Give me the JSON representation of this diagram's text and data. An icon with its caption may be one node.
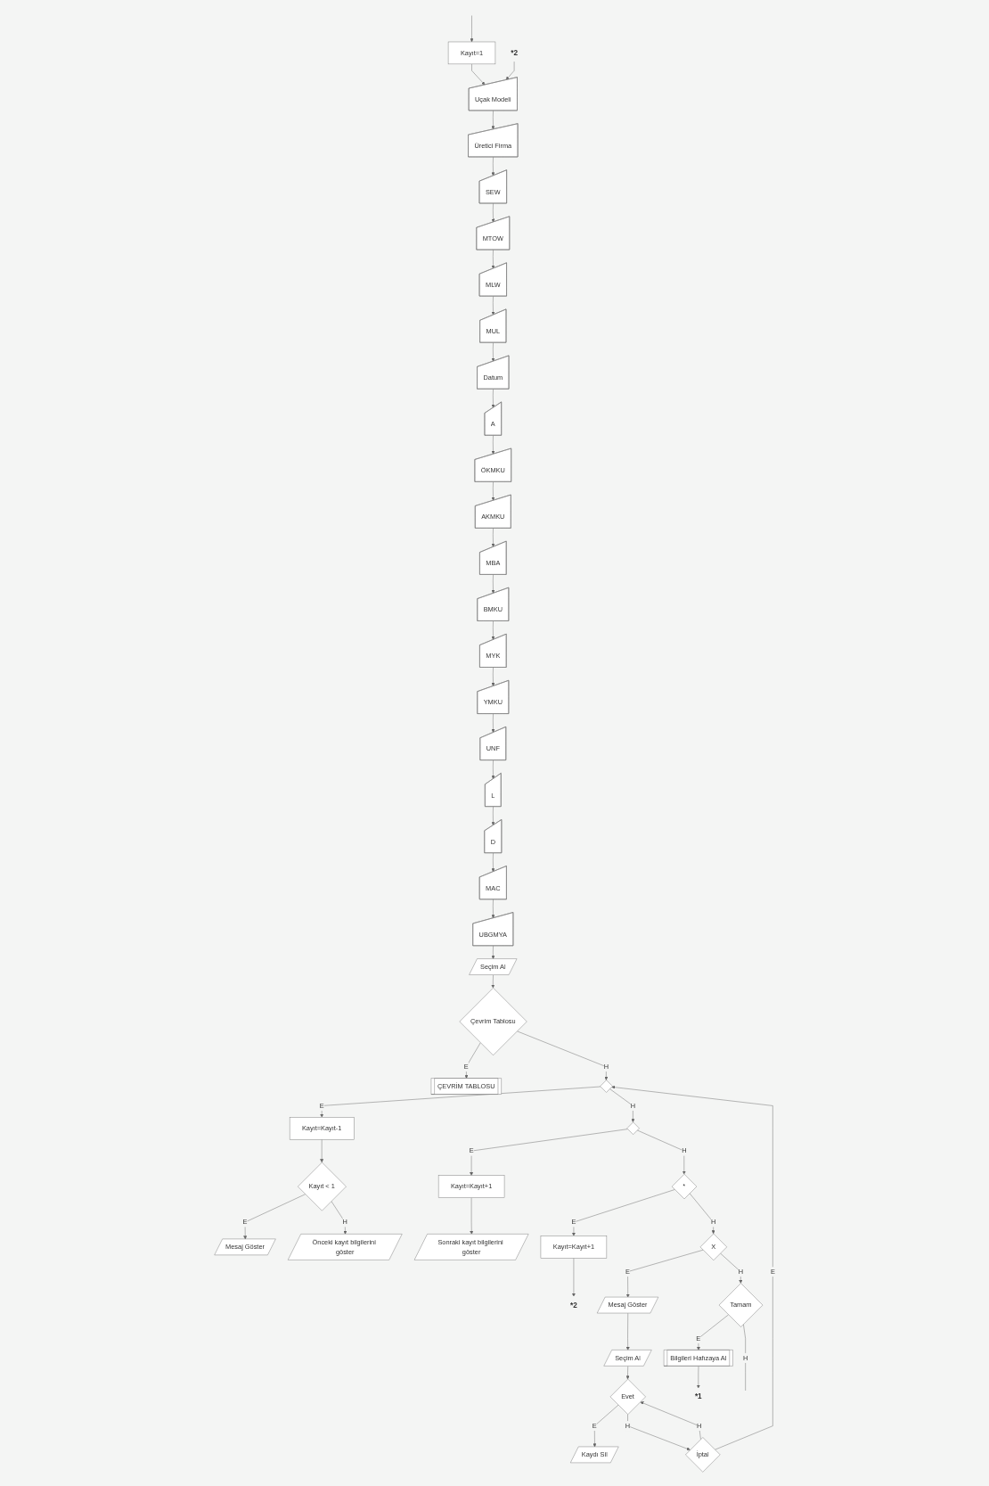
{
  "diagram": {
    "nodes": [
      {
        "text": [
          "Kayıt=1"
        ]
      },
      {
        "text": [
          "*2"
        ]
      },
      {
        "text": [
          "Uçak Modeli"
        ]
      },
      {
        "text": [
          "Üretici Firma"
        ]
      },
      {
        "text": [
          "SEW"
        ]
      },
      {
        "text": [
          "MTOW"
        ]
      },
      {
        "text": [
          "MLW"
        ]
      },
      {
        "text": [
          "MUL"
        ]
      },
      {
        "text": [
          "Datum"
        ]
      },
      {
        "text": [
          "A"
        ]
      },
      {
        "text": [
          "ÖKMKU"
        ]
      },
      {
        "text": [
          "AKMKU"
        ]
      },
      {
        "text": [
          "MBA"
        ]
      },
      {
        "text": [
          "BMKU"
        ]
      },
      {
        "text": [
          "MYK"
        ]
      },
      {
        "text": [
          "YMKU"
        ]
      },
      {
        "text": [
          "UNF"
        ]
      },
      {
        "text": [
          "L"
        ]
      },
      {
        "text": [
          "D"
        ]
      },
      {
        "text": [
          "MAC"
        ]
      },
      {
        "text": [
          "UBGMYA"
        ]
      },
      {
        "text": [
          "Seçim Al"
        ]
      },
      {
        "text": [
          "Çevrim Tablosu"
        ]
      },
      {
        "text": [
          "ÇEVRİM TABLOSU"
        ]
      },
      {
        "text": [],
        "shape": "diamond"
      },
      {
        "text": [
          "Kayıt=Kayıt-1"
        ]
      },
      {
        "text": [
          "Kayıt < 1"
        ]
      },
      {
        "text": [
          "Mesaj Göster"
        ]
      },
      {
        "text": [
          "Önceki kayıt bilgilerini göster"
        ]
      },
      {
        "text": [],
        "shape": "diamond"
      },
      {
        "text": [
          "Kayıt=Kayıt+1"
        ]
      },
      {
        "text": [
          "Sonraki kayıt bilgilerini göster"
        ]
      },
      {
        "text": [
          "*"
        ]
      },
      {
        "text": [
          "Kayıt=Kayıt+1"
        ]
      },
      {
        "text": [
          "*2"
        ]
      },
      {
        "text": [
          "X"
        ]
      },
      {
        "text": [
          "Mesaj Göster"
        ]
      },
      {
        "text": [
          "Seçim Al"
        ]
      },
      {
        "text": [
          "Evet"
        ]
      },
      {
        "text": [
          "Kaydı Sil"
        ]
      },
      {
        "text": [
          "İptal"
        ]
      },
      {
        "text": [
          "Tamam"
        ]
      },
      {
        "text": [
          "Bilgileri Hafızaya Al"
        ]
      },
      {
        "text": [
          "*1"
        ]
      }
    ],
    "edges": [
      {
        "from": null,
        "to": 0,
        "arrow": "to"
      },
      {
        "from": 0,
        "to": 2,
        "arrow": "to"
      },
      {
        "from": 1,
        "to": 2,
        "arrow": "to"
      },
      {
        "from": 2,
        "to": 3,
        "arrow": "to"
      },
      {
        "from": 3,
        "to": 4,
        "arrow": "to"
      },
      {
        "from": 4,
        "to": 5,
        "arrow": "to"
      },
      {
        "from": 5,
        "to": 6,
        "arrow": "to"
      },
      {
        "from": 6,
        "to": 7,
        "arrow": "to"
      },
      {
        "from": 7,
        "to": 8,
        "arrow": "to"
      },
      {
        "from": 8,
        "to": 9,
        "arrow": "to"
      },
      {
        "from": 9,
        "to": 10,
        "arrow": "to"
      },
      {
        "from": 10,
        "to": 11,
        "arrow": "to"
      },
      {
        "from": 11,
        "to": 12,
        "arrow": "to"
      },
      {
        "from": 12,
        "to": 13,
        "arrow": "to"
      },
      {
        "from": 13,
        "to": 14,
        "arrow": "to"
      },
      {
        "from": 14,
        "to": 15,
        "arrow": "to"
      },
      {
        "from": 15,
        "to": 16,
        "arrow": "to"
      },
      {
        "from": 16,
        "to": 17,
        "arrow": "to"
      },
      {
        "from": 17,
        "to": 18,
        "arrow": "to"
      },
      {
        "from": 18,
        "to": 19,
        "arrow": "to"
      },
      {
        "from": 19,
        "to": 20,
        "arrow": "to"
      },
      {
        "from": 20,
        "to": 21,
        "arrow": "to"
      },
      {
        "from": 21,
        "to": 22,
        "arrow": "to"
      },
      {
        "from": 22,
        "to": 23,
        "label": "E",
        "arrow": "to"
      },
      {
        "from": 22,
        "to": 24,
        "label": "H",
        "arrow": "to"
      },
      {
        "from": 24,
        "to": 25,
        "label": "E",
        "arrow": "to"
      },
      {
        "from": 25,
        "to": 26,
        "arrow": "to"
      },
      {
        "from": 26,
        "to": 27,
        "label": "E",
        "arrow": "to"
      },
      {
        "from": 26,
        "to": 28,
        "label": "H",
        "arrow": "to"
      },
      {
        "from": 24,
        "to": 29,
        "label": "H",
        "arrow": "to"
      },
      {
        "from": 29,
        "to": 30,
        "label": "E",
        "arrow": "to"
      },
      {
        "from": 30,
        "to": 31,
        "arrow": "to"
      },
      {
        "from": 29,
        "to": 32,
        "label": "H",
        "arrow": "to"
      },
      {
        "from": 32,
        "to": 33,
        "label": "E",
        "arrow": "to"
      },
      {
        "from": 33,
        "to": 34,
        "arrow": "to"
      },
      {
        "from": 32,
        "to": 35,
        "label": "H",
        "arrow": "to"
      },
      {
        "from": 35,
        "to": 36,
        "label": "E",
        "arrow": "to"
      },
      {
        "from": 36,
        "to": 37,
        "arrow": "to"
      },
      {
        "from": 37,
        "to": 38,
        "arrow": "to"
      },
      {
        "from": 38,
        "to": 39,
        "label": "E",
        "arrow": "to"
      },
      {
        "from": 38,
        "to": 40,
        "label": "H",
        "arrow": "to"
      },
      {
        "from": 40,
        "to": 38,
        "label": "H",
        "arrow": "to"
      },
      {
        "from": 40,
        "to": 24,
        "label": "E",
        "arrow": "to"
      },
      {
        "from": 35,
        "to": 41,
        "label": "H",
        "arrow": "to"
      },
      {
        "from": 41,
        "to": 42,
        "label": "E",
        "arrow": "to"
      },
      {
        "from": 42,
        "to": 43,
        "arrow": "to"
      },
      {
        "from": 41,
        "to": null,
        "label": "H",
        "arrow": "none"
      }
    ]
  }
}
